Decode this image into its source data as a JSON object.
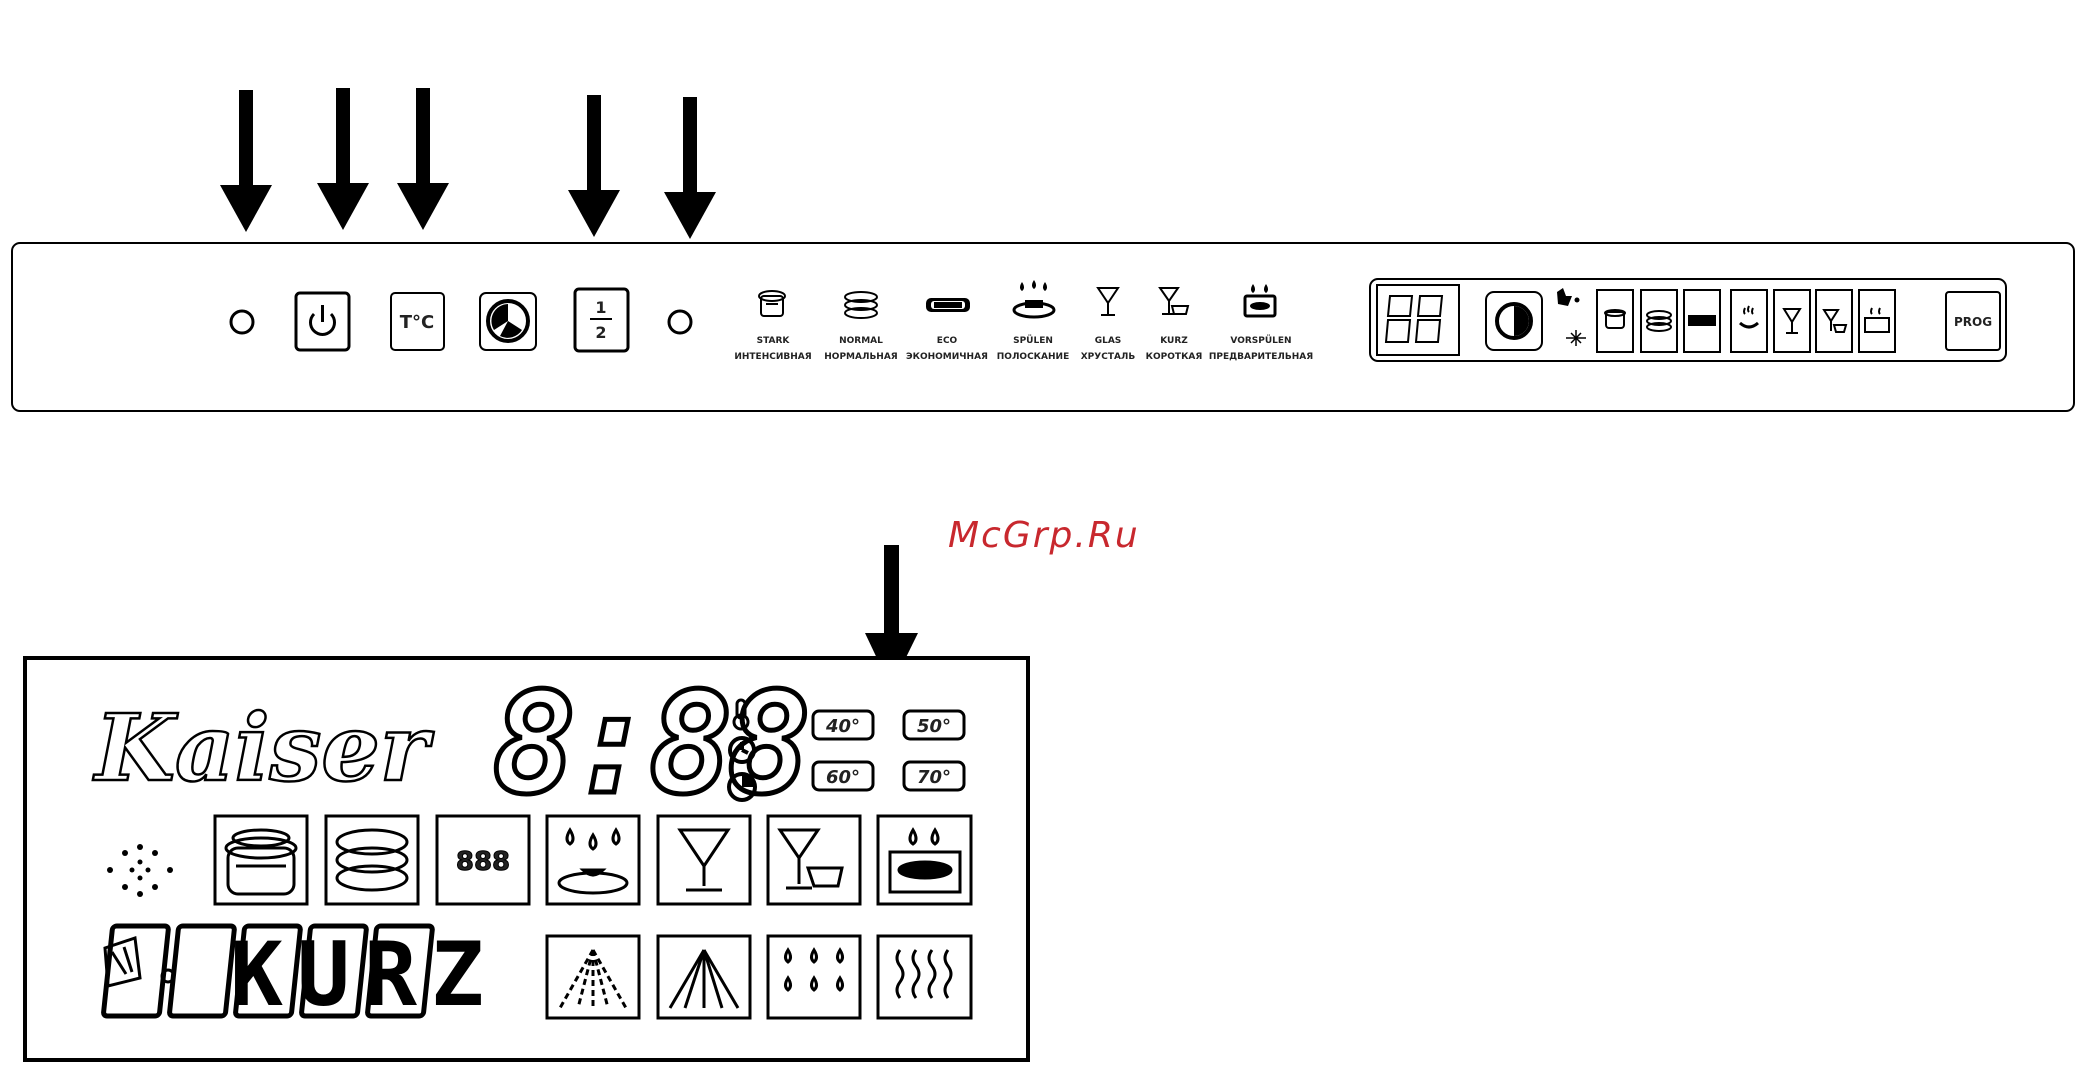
{
  "watermark": "McGrp.Ru",
  "panel": {
    "temp_button": "T°C",
    "half_load_num": "1",
    "half_load_den": "2",
    "programs": [
      {
        "icon": "intensive-pot-icon",
        "de": "STARK",
        "ru": "ИНТЕНСИВНАЯ"
      },
      {
        "icon": "normal-plates-icon",
        "de": "NORMAL",
        "ru": "НОРМАЛЬНАЯ"
      },
      {
        "icon": "eco-icon",
        "de": "ECO",
        "ru": "ЭКОНОМИЧНАЯ"
      },
      {
        "icon": "rinse-icon",
        "de": "SPÜLEN",
        "ru": "ПОЛОСКАНИЕ"
      },
      {
        "icon": "glass-icon",
        "de": "GLAS",
        "ru": "ХРУСТАЛЬ"
      },
      {
        "icon": "short-icon",
        "de": "KURZ",
        "ru": "КОРОТКАЯ"
      },
      {
        "icon": "prewash-icon",
        "de": "VORSPÜLEN",
        "ru": "ПРЕДВАРИТЕЛЬНАЯ"
      }
    ],
    "prog_button": "PROG"
  },
  "display": {
    "brand": "Kaiser",
    "time": "8:88",
    "temps": [
      "40°",
      "50°",
      "60°",
      "70°"
    ],
    "eco_digits": "888",
    "text_segments": "KURZ"
  }
}
